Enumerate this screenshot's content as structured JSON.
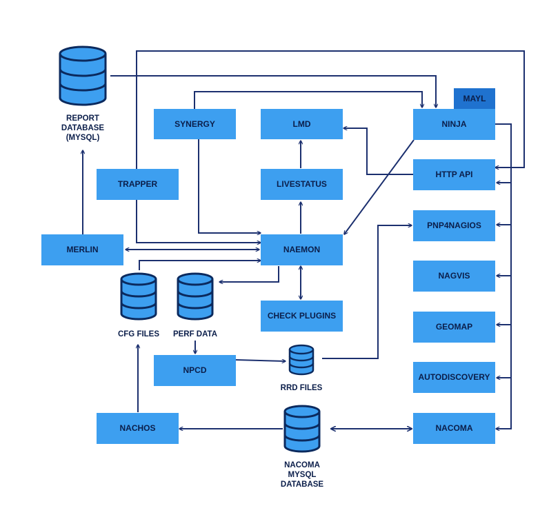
{
  "colors": {
    "box_fill": "#3d9ff0",
    "box_dark": "#1f72cf",
    "db_body": "#3d9ff0",
    "db_outline": "#0b2a5e",
    "arrow": "#1b2f6e",
    "text": "#0b1e4a"
  },
  "boxes": {
    "synergy": "SYNERGY",
    "lmd": "LMD",
    "ninja": "NINJA",
    "mayl": "MAYL",
    "trapper": "TRAPPER",
    "livestatus": "LIVESTATUS",
    "http_api": "HTTP API",
    "merlin": "MERLIN",
    "naemon": "NAEMON",
    "pnp4nagios": "PNP4NAGIOS",
    "nagvis": "NAGVIS",
    "check_plugins": "CHECK PLUGINS",
    "geomap": "GEOMAP",
    "npcd": "NPCD",
    "autodiscovery": "AUTODISCOVERY",
    "nachos": "NACHOS",
    "nacoma": "NACOMA"
  },
  "databases": {
    "report_db": [
      "REPORT",
      "DATABASE",
      "(MYSQL)"
    ],
    "cfg_files": [
      "CFG FILES"
    ],
    "perf_data": [
      "PERF DATA"
    ],
    "rrd_files": [
      "RRD FILES"
    ],
    "nacoma_db": [
      "NACOMA",
      "MYSQL",
      "DATABASE"
    ]
  }
}
